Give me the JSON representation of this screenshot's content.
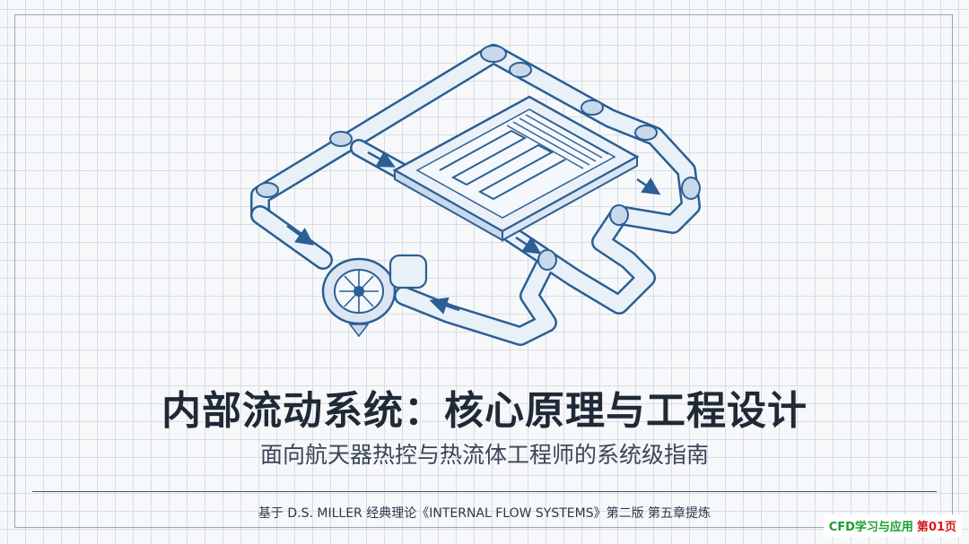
{
  "slide": {
    "title": "内部流动系统：核心原理与工程设计",
    "subtitle": "面向航天器热控与热流体工程师的系统级指南",
    "footnote": "基于 D.S. MILLER 经典理论《INTERNAL FLOW SYSTEMS》第二版 第五章提炼"
  },
  "badge": {
    "channel": "CFD学习与应用",
    "page": "第01页"
  },
  "illustration": {
    "icons": [
      "pump-icon",
      "cold-plate-icon",
      "pipe-loop-icon",
      "flow-arrow-icon"
    ],
    "colors": {
      "line": "#2b5f95",
      "fill": "#e9f0f8",
      "fill_dark": "#c9d8ea"
    }
  }
}
